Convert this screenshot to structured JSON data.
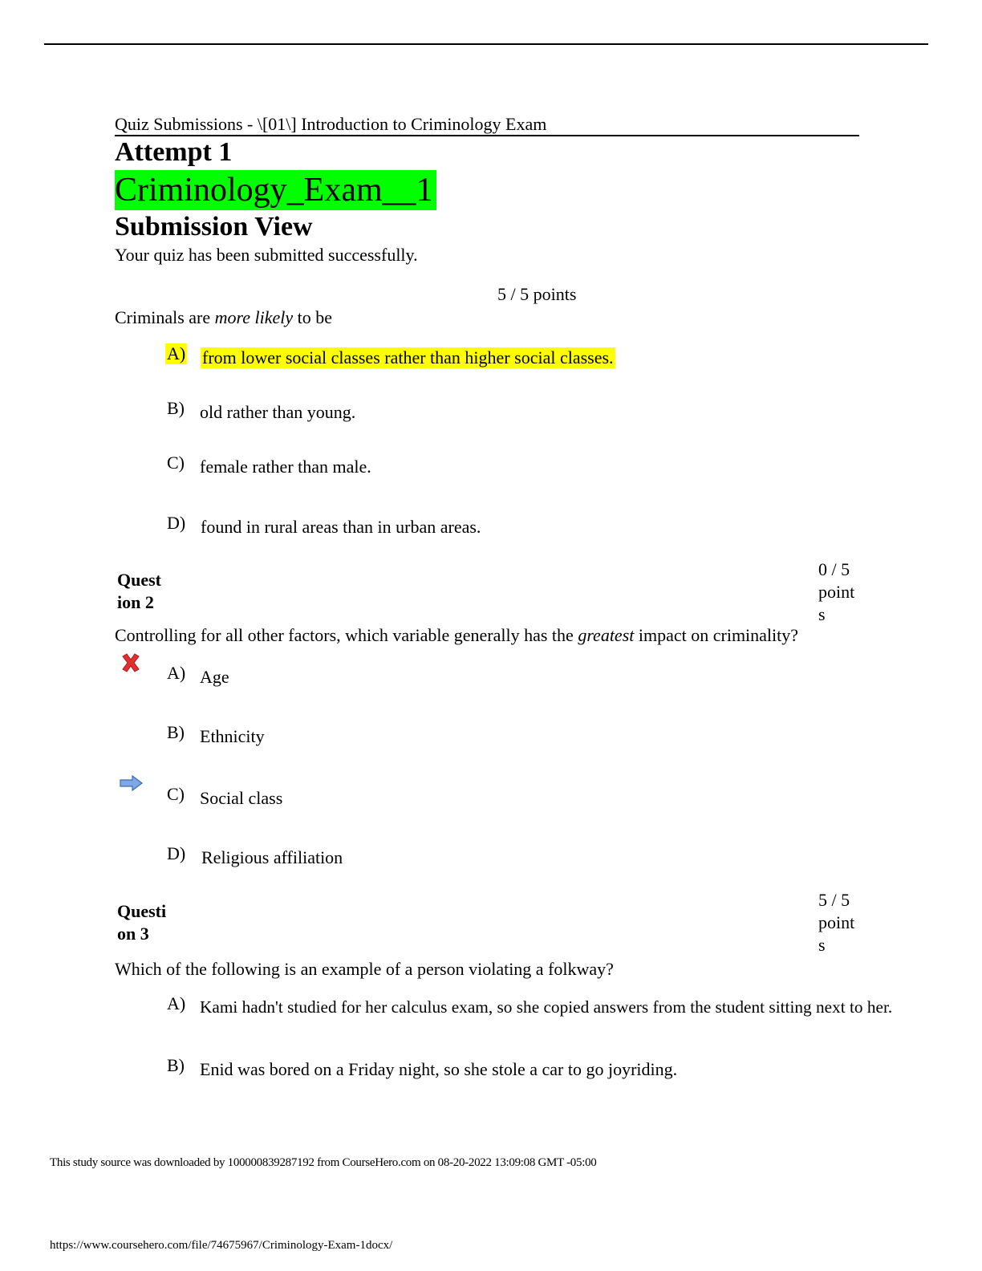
{
  "breadcrumb": "Quiz Submissions - \\[01\\] Introduction to Criminology Exam",
  "attempt_heading": "Attempt 1",
  "exam_name": "Criminology_Exam__1",
  "view_heading": "Submission View",
  "status_message": "Your quiz has been submitted successfully.",
  "highlight_colors": {
    "selected_answer": "#ffff00",
    "exam_name": "#00ff00"
  },
  "questions": [
    {
      "label": "",
      "points": "5 / 5 points",
      "text_before": "Criminals are ",
      "text_emphasis": "more likely",
      "text_after": " to be",
      "options": [
        {
          "letter": "A)",
          "text": "from lower social classes rather than higher social classes."
        },
        {
          "letter": "B)",
          "text": "old rather than young."
        },
        {
          "letter": "C)",
          "text": "female rather than male."
        },
        {
          "letter": "D)",
          "text": "found in rural areas than in urban areas."
        }
      ]
    },
    {
      "label_line1": "Quest",
      "label_line2": "ion 2",
      "points_line1": "0 / 5",
      "points_line2": "point",
      "points_line3": "s",
      "text_before": "Controlling for all other factors, which variable generally has the ",
      "text_emphasis": "greatest",
      "text_after": " impact on criminality?",
      "options": [
        {
          "letter": "A)",
          "text": "Age",
          "marker": "incorrect-x-icon"
        },
        {
          "letter": "B)",
          "text": "Ethnicity"
        },
        {
          "letter": "C)",
          "text": "Social class",
          "marker": "correct-answer-arrow-icon"
        },
        {
          "letter": "D)",
          "text": "Religious affiliation"
        }
      ]
    },
    {
      "label_line1": "Questi",
      "label_line2": "on 3",
      "points_line1": "5 / 5",
      "points_line2": "point",
      "points_line3": "s",
      "text": "Which of the following is an example of a person violating a folkway?",
      "options": [
        {
          "letter": "A)",
          "text": "Kami hadn't studied for her calculus exam, so she copied answers from the student sitting next to her."
        },
        {
          "letter": "B)",
          "text": "Enid was bored on a Friday night, so she stole a car to go joyriding."
        }
      ]
    }
  ],
  "footer": {
    "source_note": "This study source was downloaded by 100000839287192 from CourseHero.com on 08-20-2022 13:09:08 GMT -05:00",
    "url": "https://www.coursehero.com/file/74675967/Criminology-Exam-1docx/"
  }
}
